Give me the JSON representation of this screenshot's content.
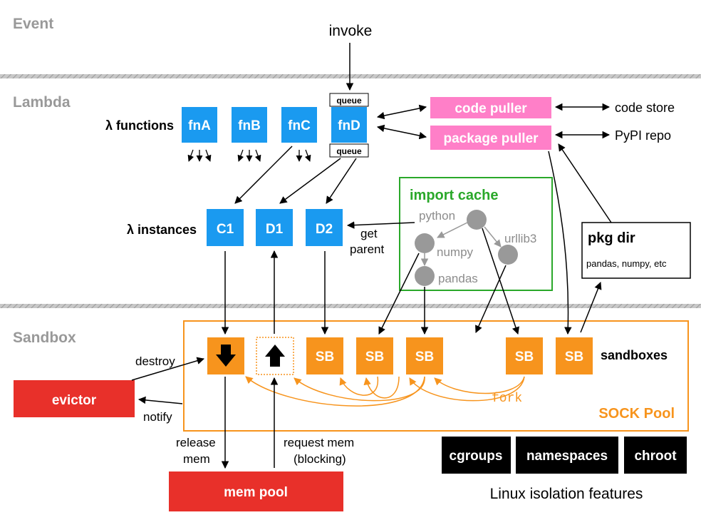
{
  "sections": {
    "event": "Event",
    "lambda": "Lambda",
    "sandbox": "Sandbox"
  },
  "event": {
    "invoke": "invoke"
  },
  "lambda": {
    "functions_label": "λ functions",
    "functions": [
      "fnA",
      "fnB",
      "fnC",
      "fnD"
    ],
    "queue_top": "queue",
    "queue_bottom": "queue",
    "instances_label": "λ instances",
    "instances": [
      "C1",
      "D1",
      "D2"
    ],
    "code_puller": "code puller",
    "package_puller": "package puller",
    "code_store": "code store",
    "pypi_repo": "PyPI repo",
    "get_parent": "get\nparent"
  },
  "import_cache": {
    "title": "import cache",
    "nodes": [
      "python",
      "numpy",
      "pandas",
      "urllib3"
    ]
  },
  "pkg_dir": {
    "title": "pkg dir",
    "contents": "pandas, numpy, etc"
  },
  "sandbox": {
    "sb_label": "SB",
    "sandboxes_label": "sandboxes",
    "pool_label": "SOCK Pool",
    "fork_label": "fork",
    "destroy": "destroy",
    "notify": "notify",
    "evictor": "evictor",
    "release_mem": "release\nmem",
    "request_mem": "request mem\n(blocking)",
    "mem_pool": "mem pool"
  },
  "linux": {
    "features": [
      "cgroups",
      "namespaces",
      "chroot"
    ],
    "caption": "Linux isolation features"
  },
  "colors": {
    "blue": "#1a9af0",
    "pink": "#ff7fc8",
    "orange": "#f7941d",
    "red": "#e8302a",
    "green": "#2aa82a",
    "grey": "#999999"
  }
}
